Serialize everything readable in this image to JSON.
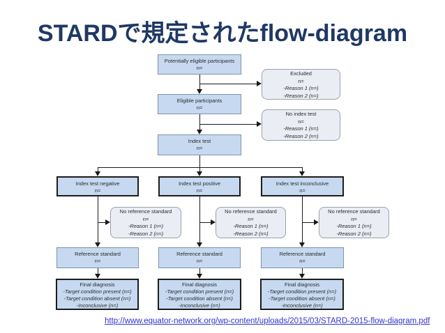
{
  "page": {
    "title": "STARDで規定されたflow-diagram",
    "source_link": {
      "text": "http://www.equator-network.org/wp-content/uploads/2015/03/STARD-2015-flow-diagram.pdf",
      "href": "http://www.equator-network.org/wp-content/uploads/2015/03/STARD-2015-flow-diagram.pdf"
    }
  },
  "colors": {
    "title_text": "#1f3864",
    "flow_box_fill": "#c6d9f0",
    "flow_box_border_thin": "#7e93ab",
    "flow_box_border_thick": "#1c1c1c",
    "side_box_fill": "#eaedf4",
    "side_box_border": "#9aa1ab",
    "connector_line": "#1a1a1a",
    "link_text": "#3333cc"
  },
  "diagram": {
    "n_placeholder": "n=",
    "reason1": "-Reason 1 (n=)",
    "reason2": "-Reason 2 (n=)",
    "nodes": {
      "potentially_eligible": "Potentially eligible participants",
      "excluded": "Excluded",
      "eligible": "Eligible participants",
      "no_index_test": "No index test",
      "index_test": "Index test",
      "index_test_negative": "Index test negative",
      "index_test_positive": "Index test positive",
      "index_test_inconclusive": "Index test inconclusive",
      "no_reference_standard": "No reference standard",
      "reference_standard": "Reference standard",
      "final_diagnosis": "Final diagnosis"
    },
    "final_diagnosis_lines": {
      "present": "-Target condition present (n=)",
      "absent": "-Target condition absent (n=)",
      "inconclusive": "-Inconclusive (n=)"
    }
  }
}
